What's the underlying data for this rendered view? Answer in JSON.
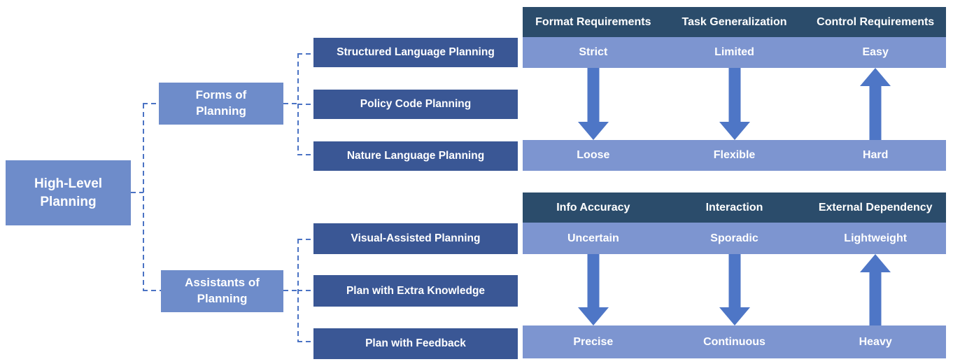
{
  "diagram": {
    "root": {
      "label": "High-Level\nPlanning"
    },
    "branches": [
      {
        "label": "Forms of\nPlanning",
        "children": [
          "Structured Language Planning",
          "Policy Code Planning",
          "Nature Language Planning"
        ]
      },
      {
        "label": "Assistants of\nPlanning",
        "children": [
          "Visual-Assisted Planning",
          "Plan with Extra Knowledge",
          "Plan with Feedback"
        ]
      }
    ],
    "tables": [
      {
        "headers": [
          "Format Requirements",
          "Task Generalization",
          "Control Requirements"
        ],
        "top_values": [
          "Strict",
          "Limited",
          "Easy"
        ],
        "bottom_values": [
          "Loose",
          "Flexible",
          "Hard"
        ],
        "arrows": [
          "down",
          "down",
          "up"
        ]
      },
      {
        "headers": [
          "Info Accuracy",
          "Interaction",
          "External Dependency"
        ],
        "top_values": [
          "Uncertain",
          "Sporadic",
          "Lightweight"
        ],
        "bottom_values": [
          "Precise",
          "Continuous",
          "Heavy"
        ],
        "arrows": [
          "down",
          "down",
          "up"
        ]
      }
    ],
    "colors": {
      "header_navy": "#2b4c6b",
      "value_row_blue": "#7d95d0",
      "mid_node_blue": "#6e8cca",
      "leaf_node_blue": "#3a5795",
      "arrow_blue": "#4e76c6",
      "connector_blue": "#4b73c4",
      "text": "#ffffff",
      "background": "#ffffff"
    }
  }
}
